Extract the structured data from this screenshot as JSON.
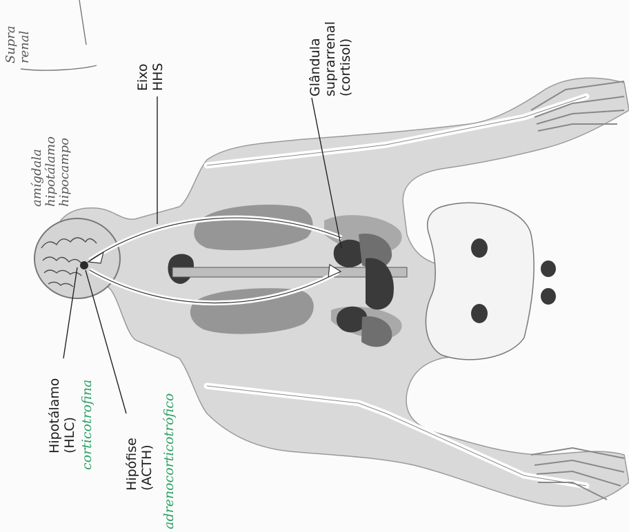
{
  "labels": {
    "eixo": "Eixo\nHHS",
    "glandula": "Glândula\nsuprarrenal\n(cortisol)",
    "hipotalamo": "Hipotálamo\n(HLC)",
    "hipofise": "Hipófise\n(ACTH)"
  },
  "handwritten": {
    "green_1": "corticotrofina",
    "green_2": "adrenocorticotrófico",
    "pencil_1": "amígdala\nhipotálamo\nhipocampo",
    "pencil_2": "Supra\nrenal"
  },
  "colors": {
    "organ_dark": "#3a3a3a",
    "organ_mid": "#8a8a8a",
    "organ_light": "#b8b8b8",
    "body": "#d9d9d9",
    "bone": "#f4f4f4",
    "handwriting_green": "#2aa063"
  }
}
